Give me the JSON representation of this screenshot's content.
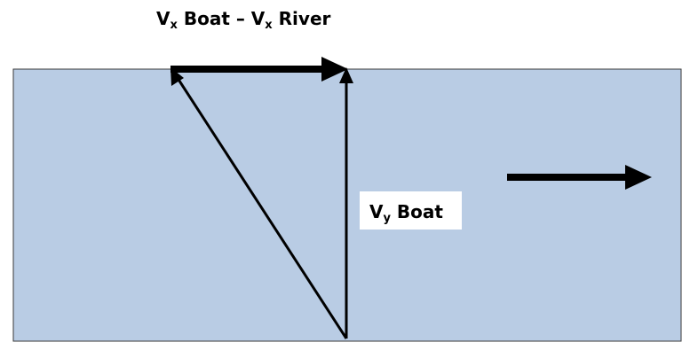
{
  "labels": {
    "top": {
      "v": "V",
      "sub1": "x",
      "mid": " Boat – V",
      "sub2": "x",
      "end": " River"
    },
    "vy": {
      "v": "V",
      "sub": "y",
      "end": " Boat"
    }
  },
  "colors": {
    "river": "#b9cce4",
    "river_border": "#3a3a3a",
    "arrow": "#000000",
    "label_bg": "#ffffff"
  }
}
